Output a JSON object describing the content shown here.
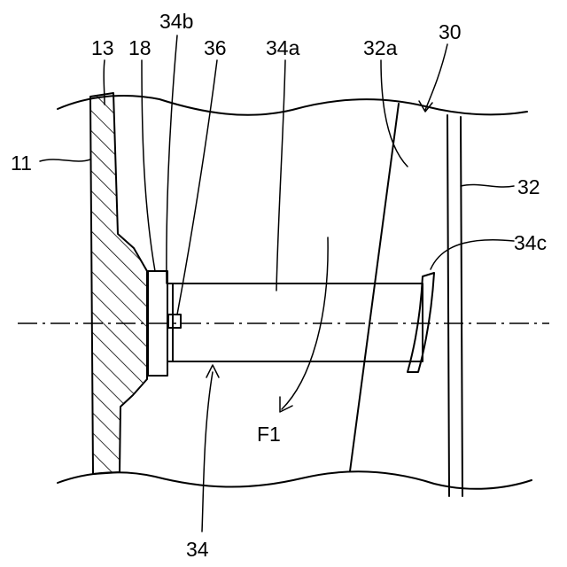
{
  "figure": {
    "labels": {
      "l13": "13",
      "l18": "18",
      "l34b": "34b",
      "l36": "36",
      "l34a": "34a",
      "l32a": "32a",
      "l30": "30",
      "l11": "11",
      "l32": "32",
      "l34c": "34c",
      "lF1": "F1",
      "l34": "34"
    }
  }
}
